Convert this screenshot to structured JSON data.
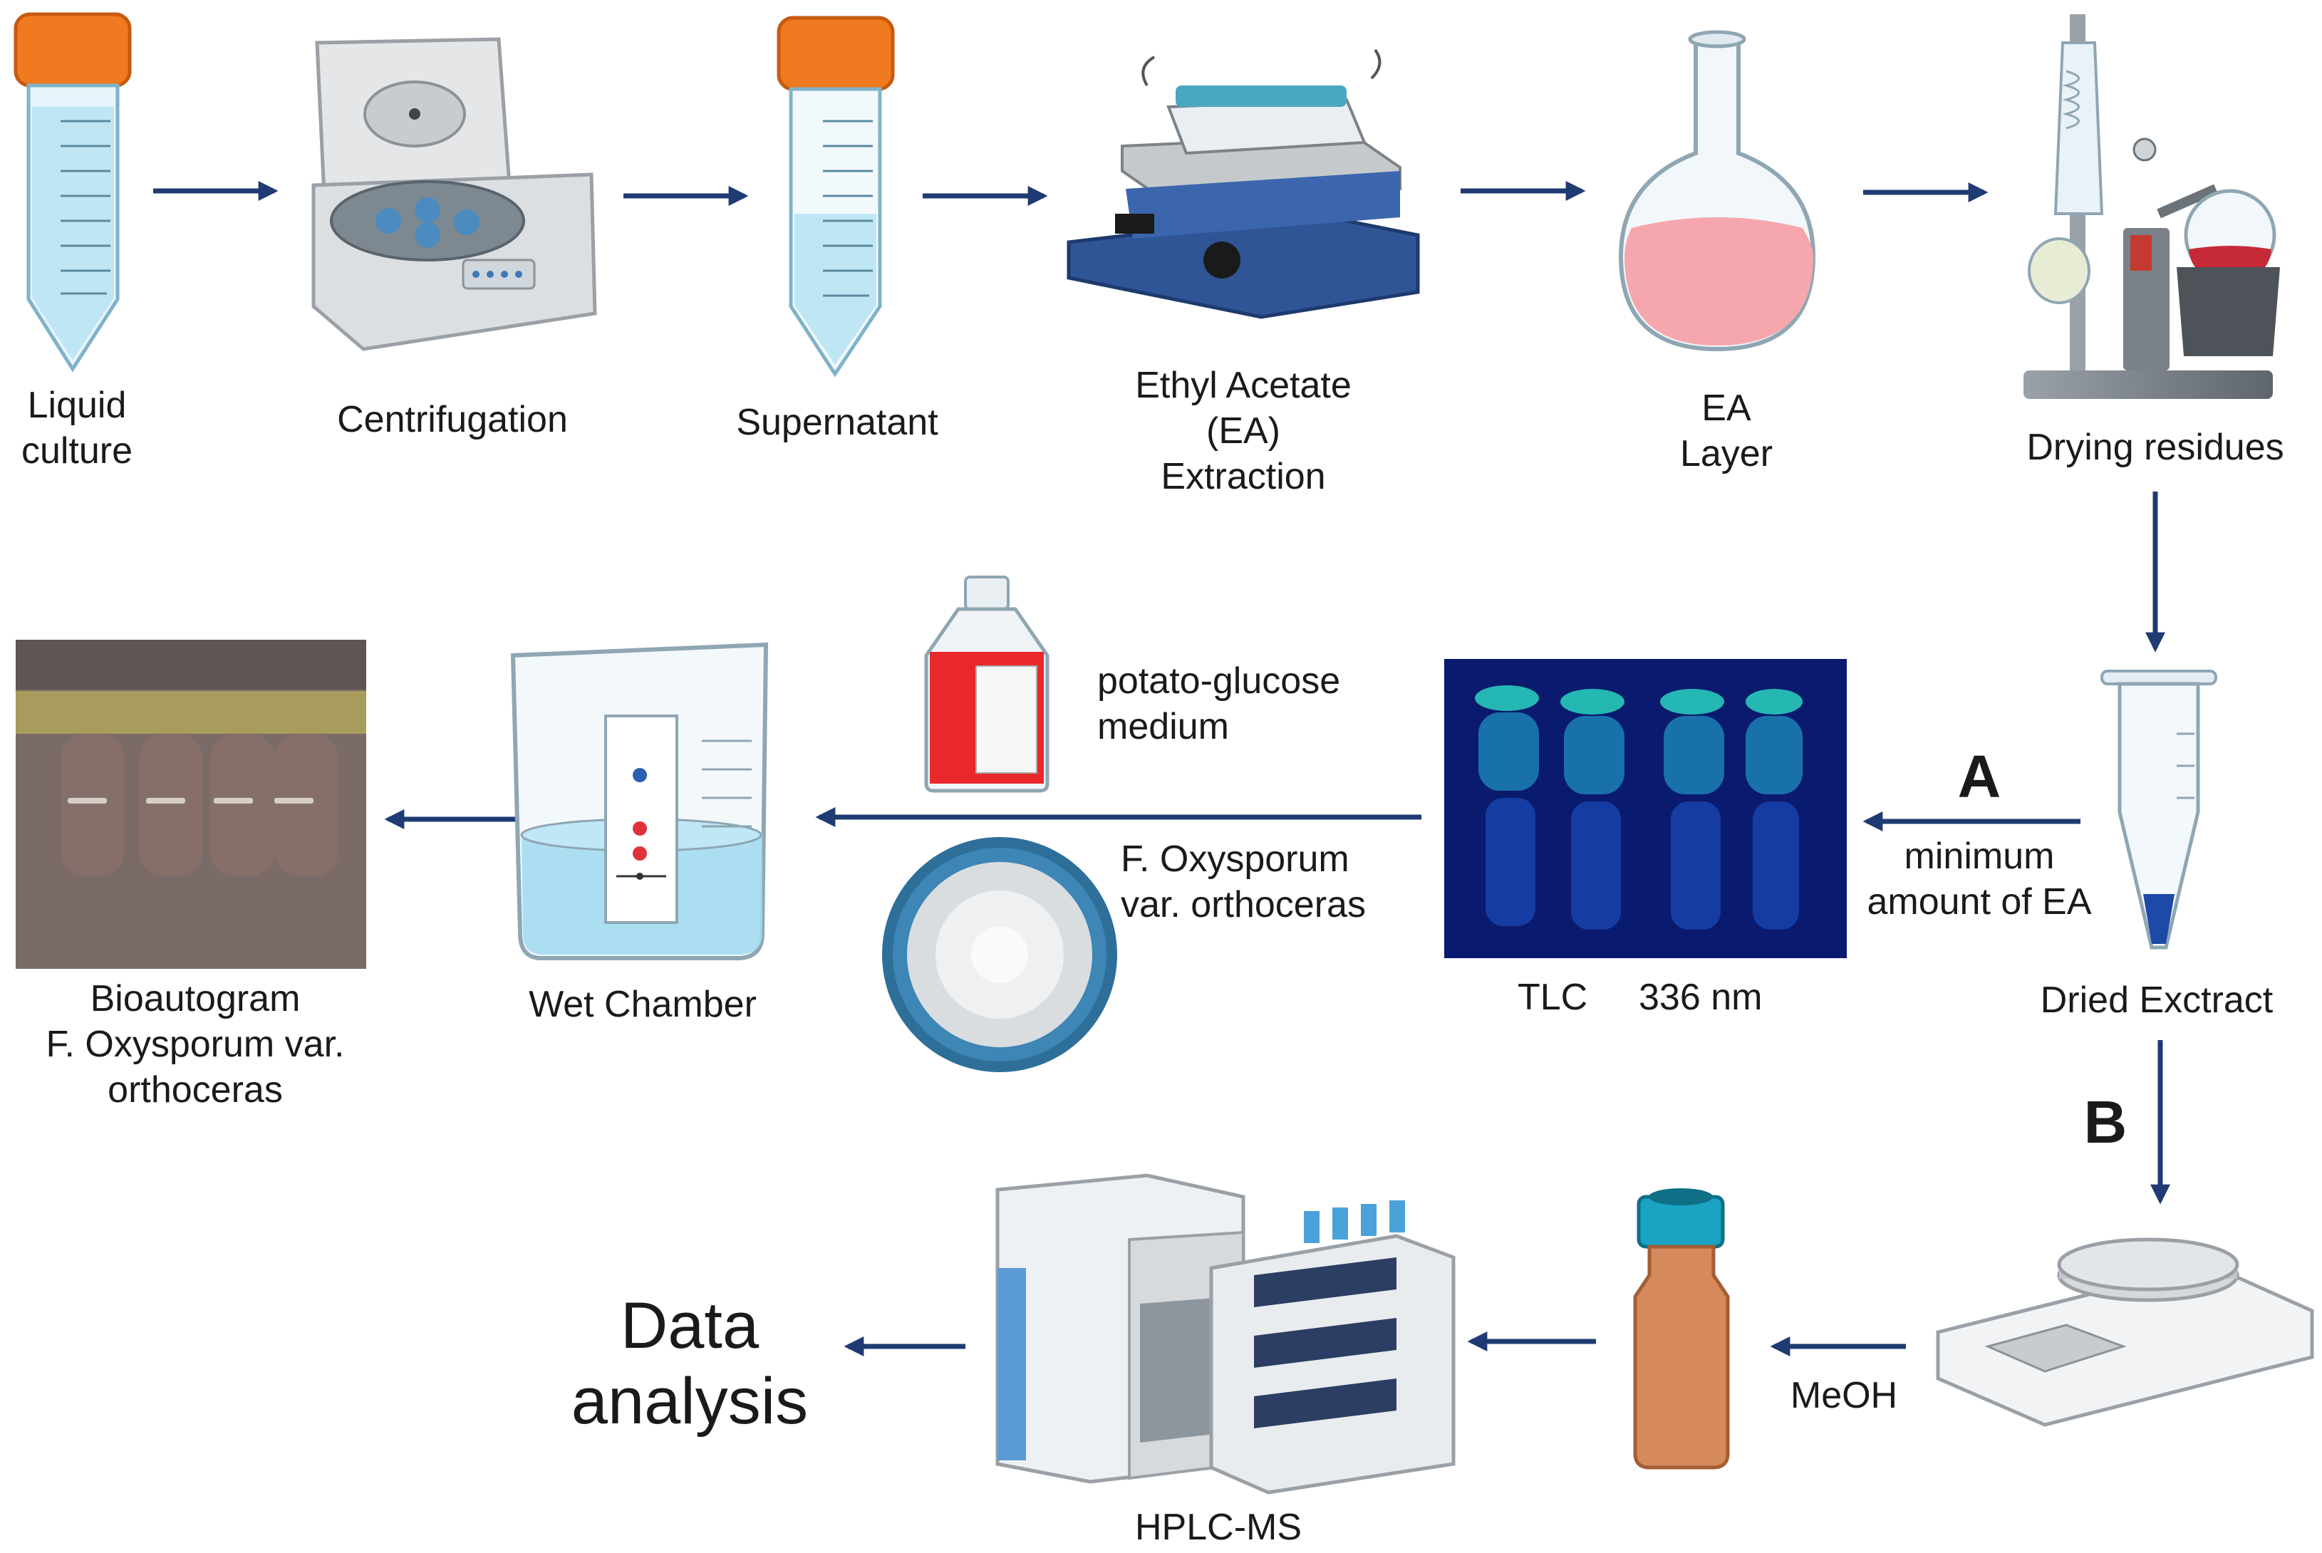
{
  "colors": {
    "arrow": "#1f3b73",
    "tube_cap": "#f07a1f",
    "tube_liquid": "#bfe6f5",
    "ea_layer": "#f6a7ad",
    "tlc_bg": "#0a1a6e",
    "tlc_spot": "#2ad4c0",
    "medium_red": "#e8282b",
    "vial_amber": "#d5895c",
    "vial_cap": "#1aa3c2",
    "bioautogram": "#7a6a68"
  },
  "steps": {
    "liquid_culture": [
      "Liquid",
      "culture"
    ],
    "centrifugation": [
      "Centrifugation"
    ],
    "supernatant": [
      "Supernatant"
    ],
    "ea_extraction": [
      "Ethyl Acetate",
      "(EA)",
      "Extraction"
    ],
    "ea_layer": [
      "EA",
      "Layer"
    ],
    "drying_residues": [
      "Drying residues"
    ],
    "dried_extract": [
      "Dried Exctract"
    ],
    "tlc": "TLC",
    "tlc_wavelength": "336 nm",
    "potato_medium": [
      "potato-glucose",
      "medium"
    ],
    "fungus": [
      "F. Oxysporum",
      "var. orthoceras"
    ],
    "wet_chamber": [
      "Wet Chamber"
    ],
    "bioautogram": [
      "Bioautogram",
      "F. Oxysporum var.",
      "orthoceras"
    ],
    "hplc_ms": [
      "HPLC-MS"
    ],
    "data_analysis": [
      "Data",
      "analysis"
    ]
  },
  "branches": {
    "a_letter": "A",
    "a_note": [
      "minimum",
      "amount of EA"
    ],
    "b_letter": "B",
    "meoh": "MeOH"
  }
}
